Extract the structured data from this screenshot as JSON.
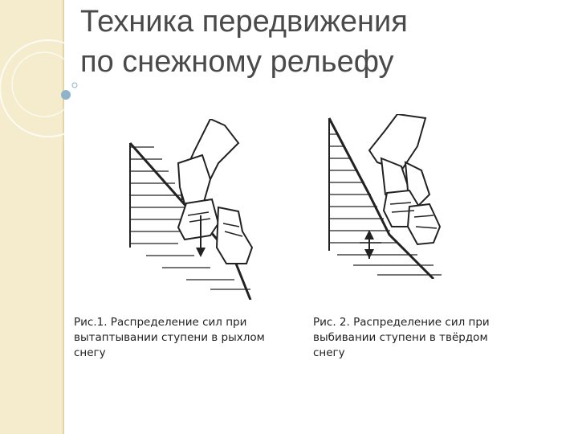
{
  "slide": {
    "title_lines": [
      "Техника передвижения",
      "по снежному рельефу"
    ],
    "accent_color": "#8fb3c9",
    "sidebar_color": "#f4eccd"
  },
  "figures": [
    {
      "caption_lines": [
        "Рис.1. Распределение сил при",
        "вытаптывании ступени в рыхлом",
        "снегу"
      ]
    },
    {
      "caption_lines": [
        "Рис. 2. Распределение сил при",
        "выбивании ступени в твёрдом",
        "снегу"
      ]
    }
  ]
}
